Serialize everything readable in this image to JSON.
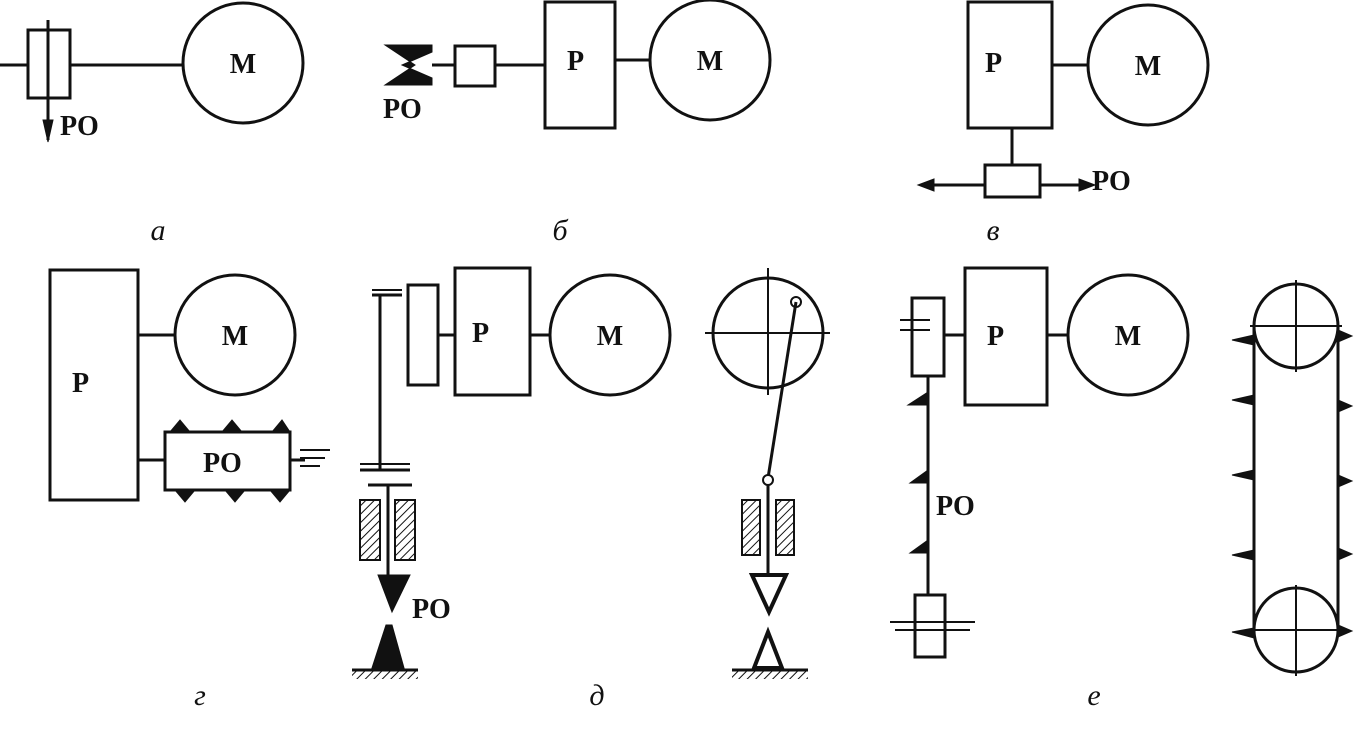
{
  "labels": {
    "motor": "М",
    "reducer": "Р",
    "working_body": "РО"
  },
  "captions": {
    "a": "а",
    "b": "б",
    "v": "в",
    "g": "г",
    "d": "д",
    "e": "е"
  },
  "colors": {
    "ink": "#111111",
    "paper": "#ffffff"
  }
}
